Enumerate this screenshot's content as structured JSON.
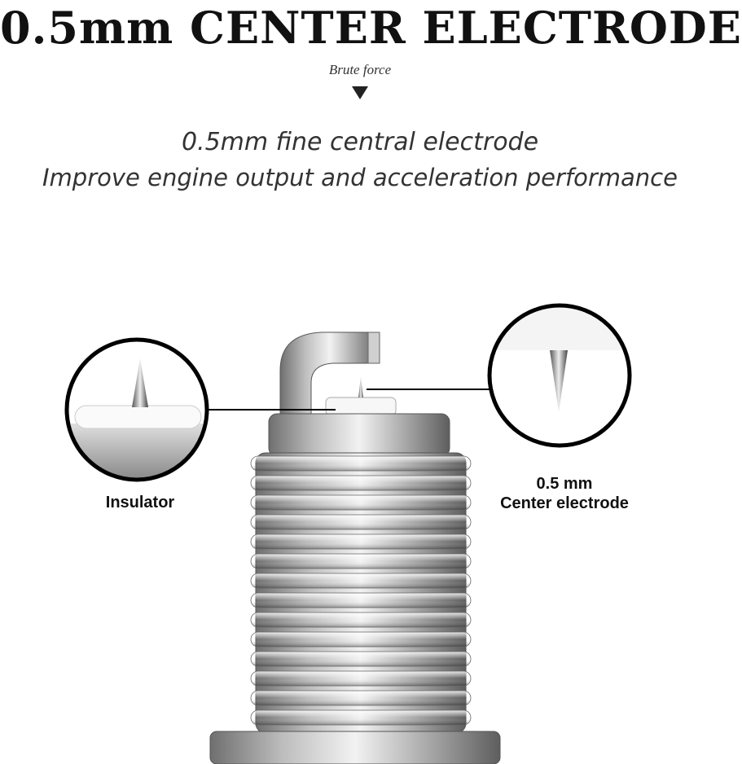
{
  "heading": {
    "title": "0.5mm CENTER ELECTRODE",
    "kicker": "Brute force",
    "subtitle_line1": "0.5mm fine central electrode",
    "subtitle_line2": "Improve engine output and acceleration performance"
  },
  "callouts": {
    "left_label": "Insulator",
    "right_label_line1": "0.5 mm",
    "right_label_line2": "Center electrode"
  },
  "colors": {
    "text": "#111111",
    "metal_light": "#e6e6e6",
    "metal_dark": "#8a8a8a",
    "ring": "#000000"
  },
  "icons": [
    "down-triangle-icon"
  ]
}
